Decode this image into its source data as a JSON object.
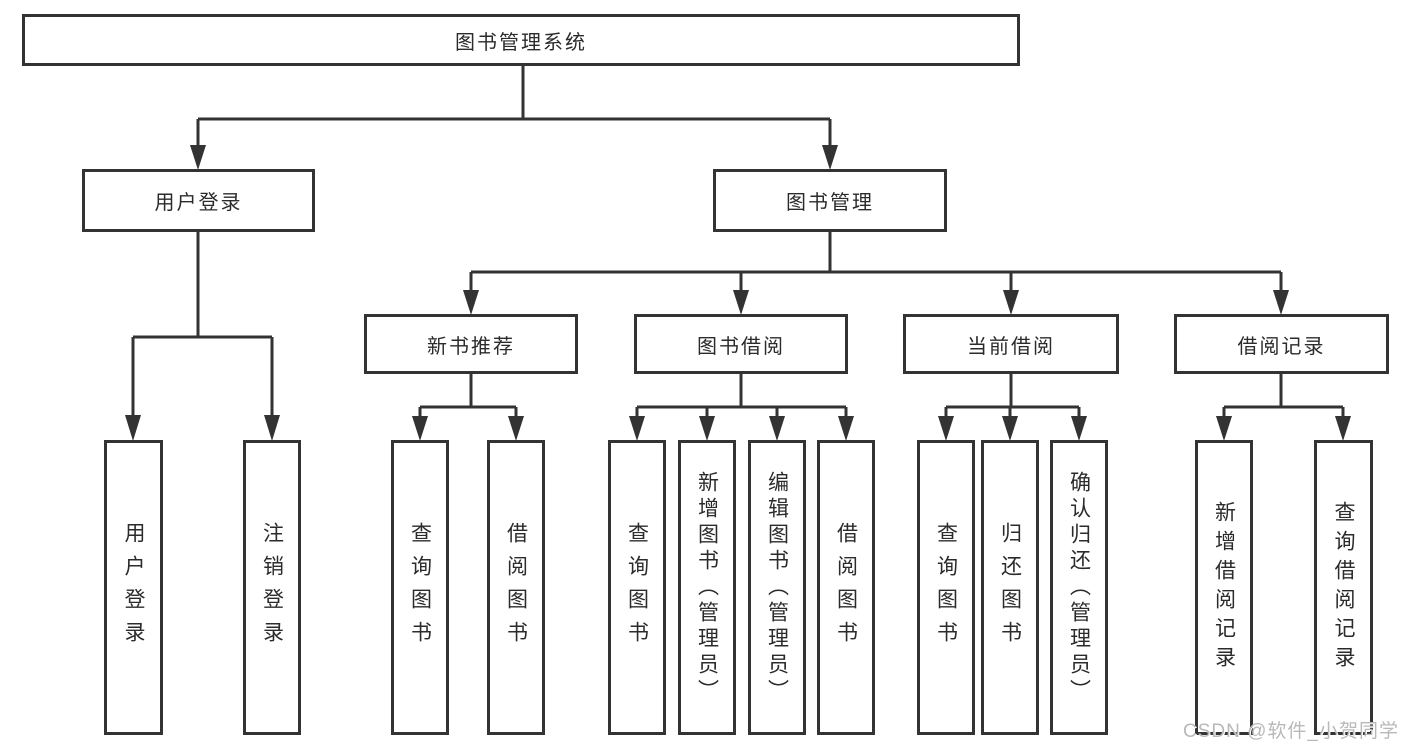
{
  "diagram": {
    "title": "图书管理系统",
    "root": {
      "label": "图书管理系统"
    },
    "level2": [
      {
        "label": "用户登录"
      },
      {
        "label": "图书管理"
      }
    ],
    "level3": [
      {
        "label": "新书推荐",
        "parent": "图书管理"
      },
      {
        "label": "图书借阅",
        "parent": "图书管理"
      },
      {
        "label": "当前借阅",
        "parent": "图书管理"
      },
      {
        "label": "借阅记录",
        "parent": "图书管理"
      }
    ],
    "leaves": [
      {
        "label": "用户登录",
        "parent": "用户登录"
      },
      {
        "label": "注销登录",
        "parent": "用户登录"
      },
      {
        "label": "查询图书",
        "parent": "新书推荐"
      },
      {
        "label": "借阅图书",
        "parent": "新书推荐"
      },
      {
        "label": "查询图书",
        "parent": "图书借阅"
      },
      {
        "label": "新增图书（管理员）",
        "parent": "图书借阅"
      },
      {
        "label": "编辑图书（管理员）",
        "parent": "图书借阅"
      },
      {
        "label": "借阅图书",
        "parent": "图书借阅"
      },
      {
        "label": "查询图书",
        "parent": "当前借阅"
      },
      {
        "label": "归还图书",
        "parent": "当前借阅"
      },
      {
        "label": "确认归还（管理员）",
        "parent": "当前借阅"
      },
      {
        "label": "新增借阅记录",
        "parent": "借阅记录"
      },
      {
        "label": "查询借阅记录",
        "parent": "借阅记录"
      }
    ],
    "colors": {
      "line": "#333333",
      "box_border": "#333333",
      "text": "#2b2b2b",
      "background": "#ffffff",
      "watermark": "#b9b9b9"
    },
    "watermark": "CSDN @软件_小贺同学"
  }
}
